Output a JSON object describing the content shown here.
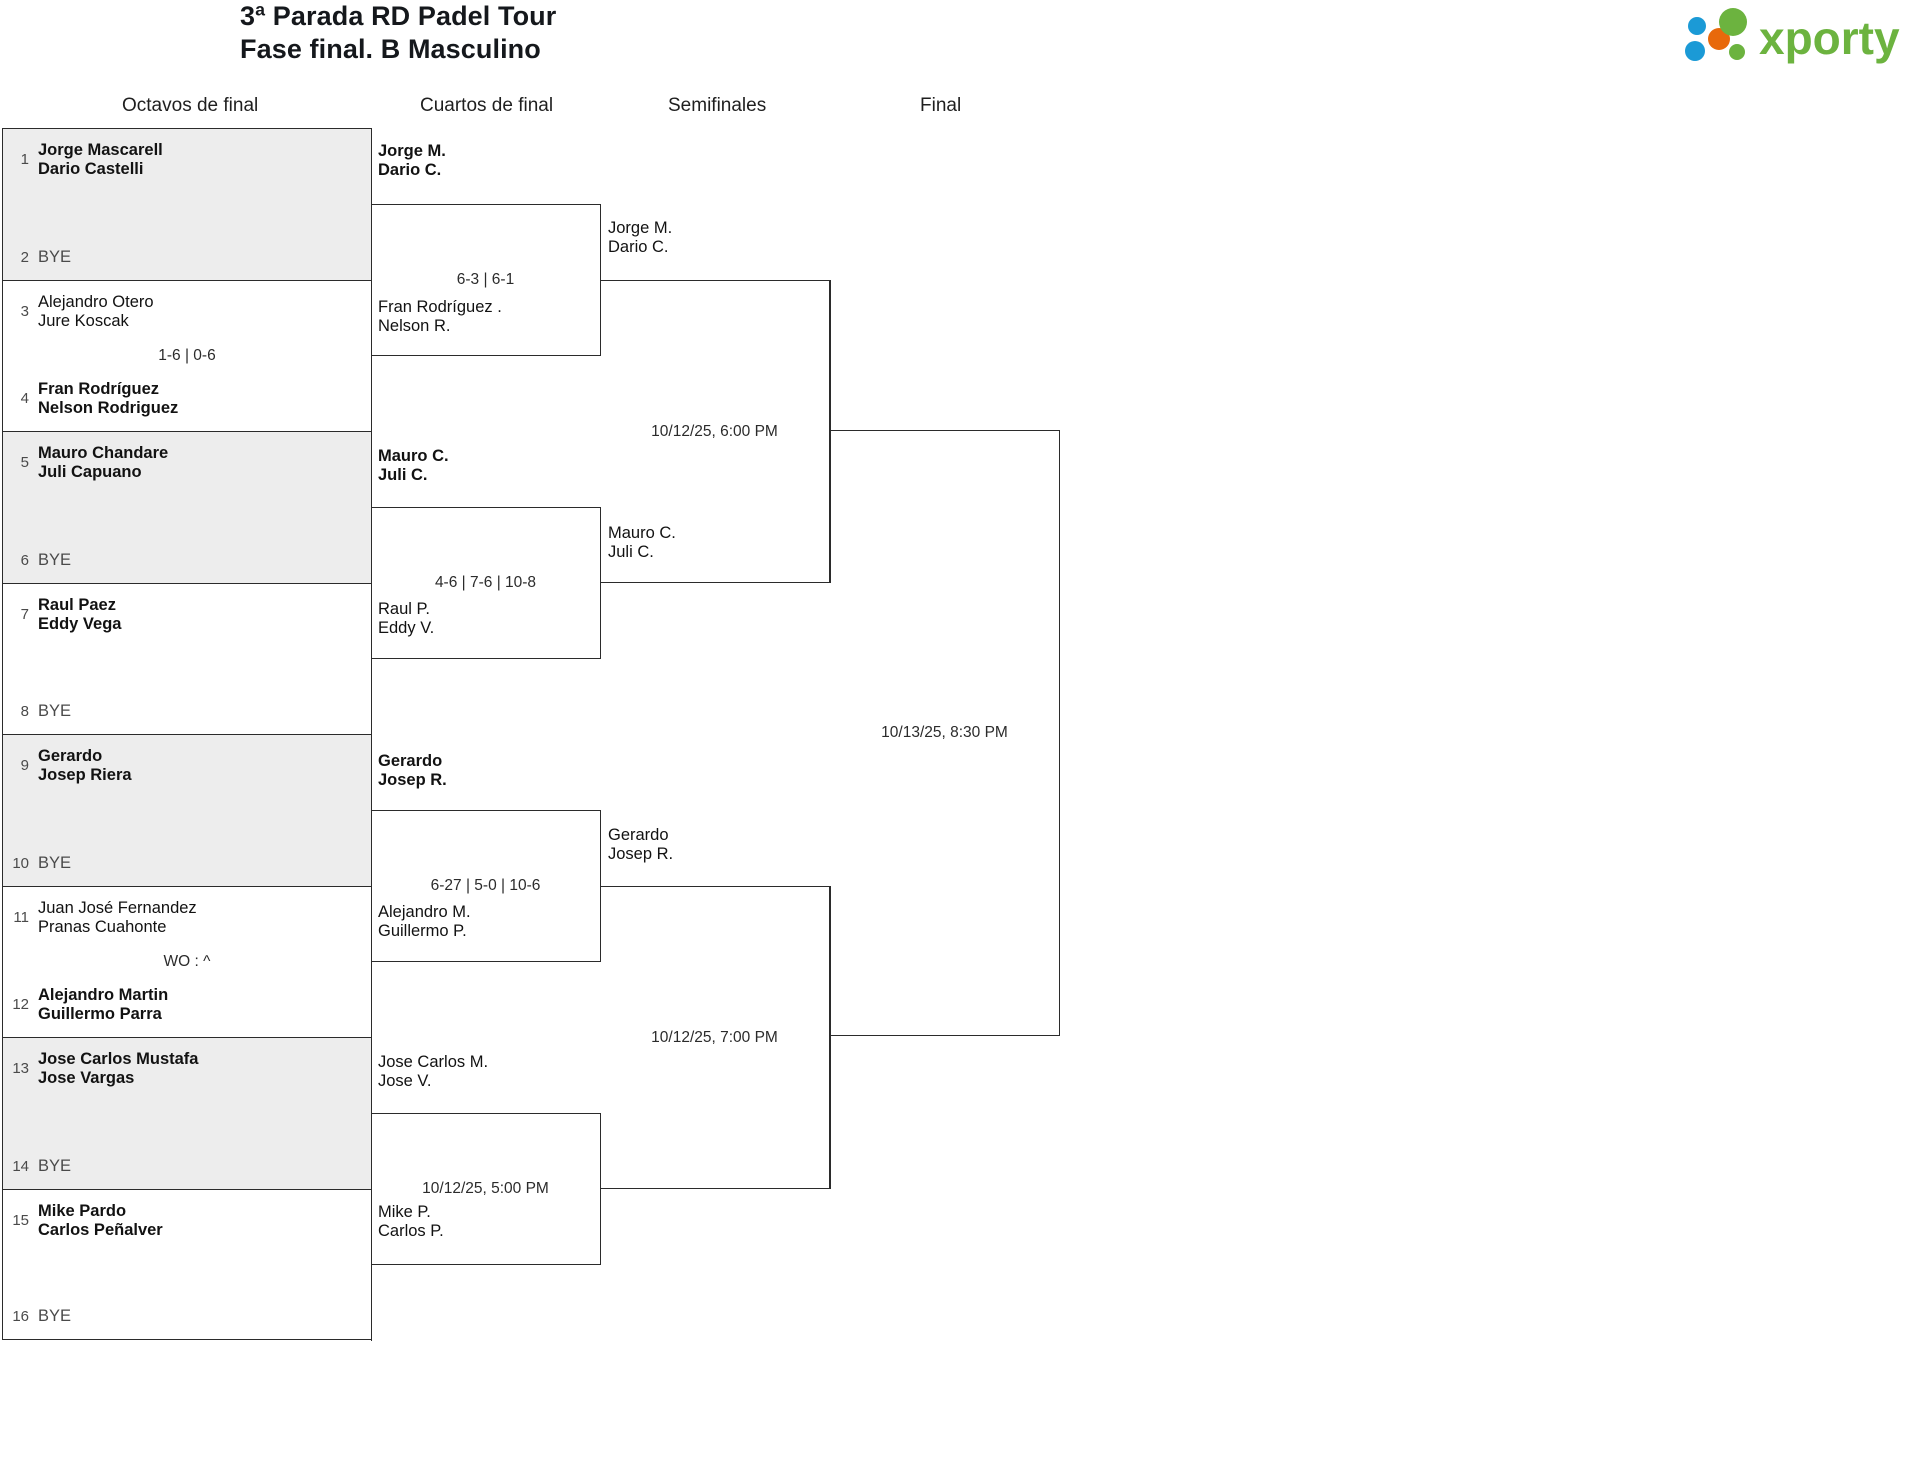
{
  "header": {
    "title_line1": "3ª Parada RD Padel Tour",
    "title_line2": "Fase final. B Masculino",
    "logo_text": "xporty",
    "logo_colors": {
      "green": "#6cb33f",
      "orange": "#e8690b",
      "blue": "#1b9ad6"
    }
  },
  "rounds": [
    {
      "label": "Octavos de final"
    },
    {
      "label": "Cuartos de final"
    },
    {
      "label": "Semifinales"
    },
    {
      "label": "Final"
    }
  ],
  "round1": {
    "matches": [
      {
        "shaded": true,
        "top": {
          "seed": "1",
          "names": [
            "Jorge Mascarell",
            "Dario Castelli"
          ],
          "bold": true
        },
        "bottom": {
          "seed": "2",
          "bye": "BYE"
        },
        "score": ""
      },
      {
        "shaded": false,
        "top": {
          "seed": "3",
          "names": [
            "Alejandro Otero",
            "Jure Koscak"
          ],
          "bold": false
        },
        "bottom": {
          "seed": "4",
          "names": [
            "Fran Rodríguez",
            "Nelson Rodriguez"
          ],
          "bold": true
        },
        "score": "1-6 | 0-6"
      },
      {
        "shaded": true,
        "top": {
          "seed": "5",
          "names": [
            "Mauro Chandare",
            "Juli Capuano"
          ],
          "bold": true
        },
        "bottom": {
          "seed": "6",
          "bye": "BYE"
        },
        "score": ""
      },
      {
        "shaded": false,
        "top": {
          "seed": "7",
          "names": [
            "Raul Paez",
            "Eddy Vega"
          ],
          "bold": true
        },
        "bottom": {
          "seed": "8",
          "bye": "BYE"
        },
        "score": ""
      },
      {
        "shaded": true,
        "top": {
          "seed": "9",
          "names": [
            "Gerardo",
            "Josep Riera"
          ],
          "bold": true
        },
        "bottom": {
          "seed": "10",
          "bye": "BYE"
        },
        "score": ""
      },
      {
        "shaded": false,
        "top": {
          "seed": "11",
          "names": [
            "Juan José Fernandez",
            "Pranas Cuahonte"
          ],
          "bold": false
        },
        "bottom": {
          "seed": "12",
          "names": [
            "Alejandro Martin",
            "Guillermo Parra"
          ],
          "bold": true
        },
        "score": "WO : ^"
      },
      {
        "shaded": true,
        "top": {
          "seed": "13",
          "names": [
            "Jose Carlos Mustafa",
            "Jose Vargas"
          ],
          "bold": true
        },
        "bottom": {
          "seed": "14",
          "bye": "BYE"
        },
        "score": ""
      },
      {
        "shaded": false,
        "top": {
          "seed": "15",
          "names": [
            "Mike Pardo",
            "Carlos Peñalver"
          ],
          "bold": true
        },
        "bottom": {
          "seed": "16",
          "bye": "BYE"
        },
        "score": ""
      }
    ]
  },
  "round2": {
    "matches": [
      {
        "top": {
          "names": [
            "Jorge M.",
            "Dario C."
          ],
          "bold": true
        },
        "bottom": {
          "names": [
            "Fran Rodríguez .",
            "Nelson R."
          ],
          "bold": false
        },
        "score": "6-3 | 6-1"
      },
      {
        "top": {
          "names": [
            "Mauro C.",
            "Juli C."
          ],
          "bold": true
        },
        "bottom": {
          "names": [
            "Raul P.",
            "Eddy V."
          ],
          "bold": false
        },
        "score": "4-6 | 7-6 | 10-8"
      },
      {
        "top": {
          "names": [
            "Gerardo",
            "Josep R."
          ],
          "bold": true
        },
        "bottom": {
          "names": [
            "Alejandro M.",
            "Guillermo P."
          ],
          "bold": false
        },
        "score": "6-27 | 5-0 | 10-6"
      },
      {
        "top": {
          "names": [
            "Jose Carlos M.",
            "Jose V."
          ],
          "bold": false
        },
        "bottom": {
          "names": [
            "Mike P.",
            "Carlos P."
          ],
          "bold": false
        },
        "score": "10/12/25, 5:00 PM"
      }
    ]
  },
  "round3": {
    "matches": [
      {
        "top": {
          "names": [
            "Jorge M.",
            "Dario C."
          ],
          "bold": false
        },
        "bottom": {
          "names": [
            "Mauro C.",
            "Juli C."
          ],
          "bold": false
        },
        "score": "10/12/25, 6:00 PM"
      },
      {
        "top": {
          "names": [
            "Gerardo",
            "Josep R."
          ],
          "bold": false
        },
        "bottom": {
          "names": [
            "",
            ""
          ],
          "bold": false
        },
        "score": "10/12/25, 7:00 PM"
      }
    ]
  },
  "round4": {
    "matches": [
      {
        "top": {
          "names": [
            "",
            ""
          ],
          "bold": false
        },
        "bottom": {
          "names": [
            "",
            ""
          ],
          "bold": false
        },
        "score": "10/13/25, 8:30 PM"
      }
    ]
  }
}
